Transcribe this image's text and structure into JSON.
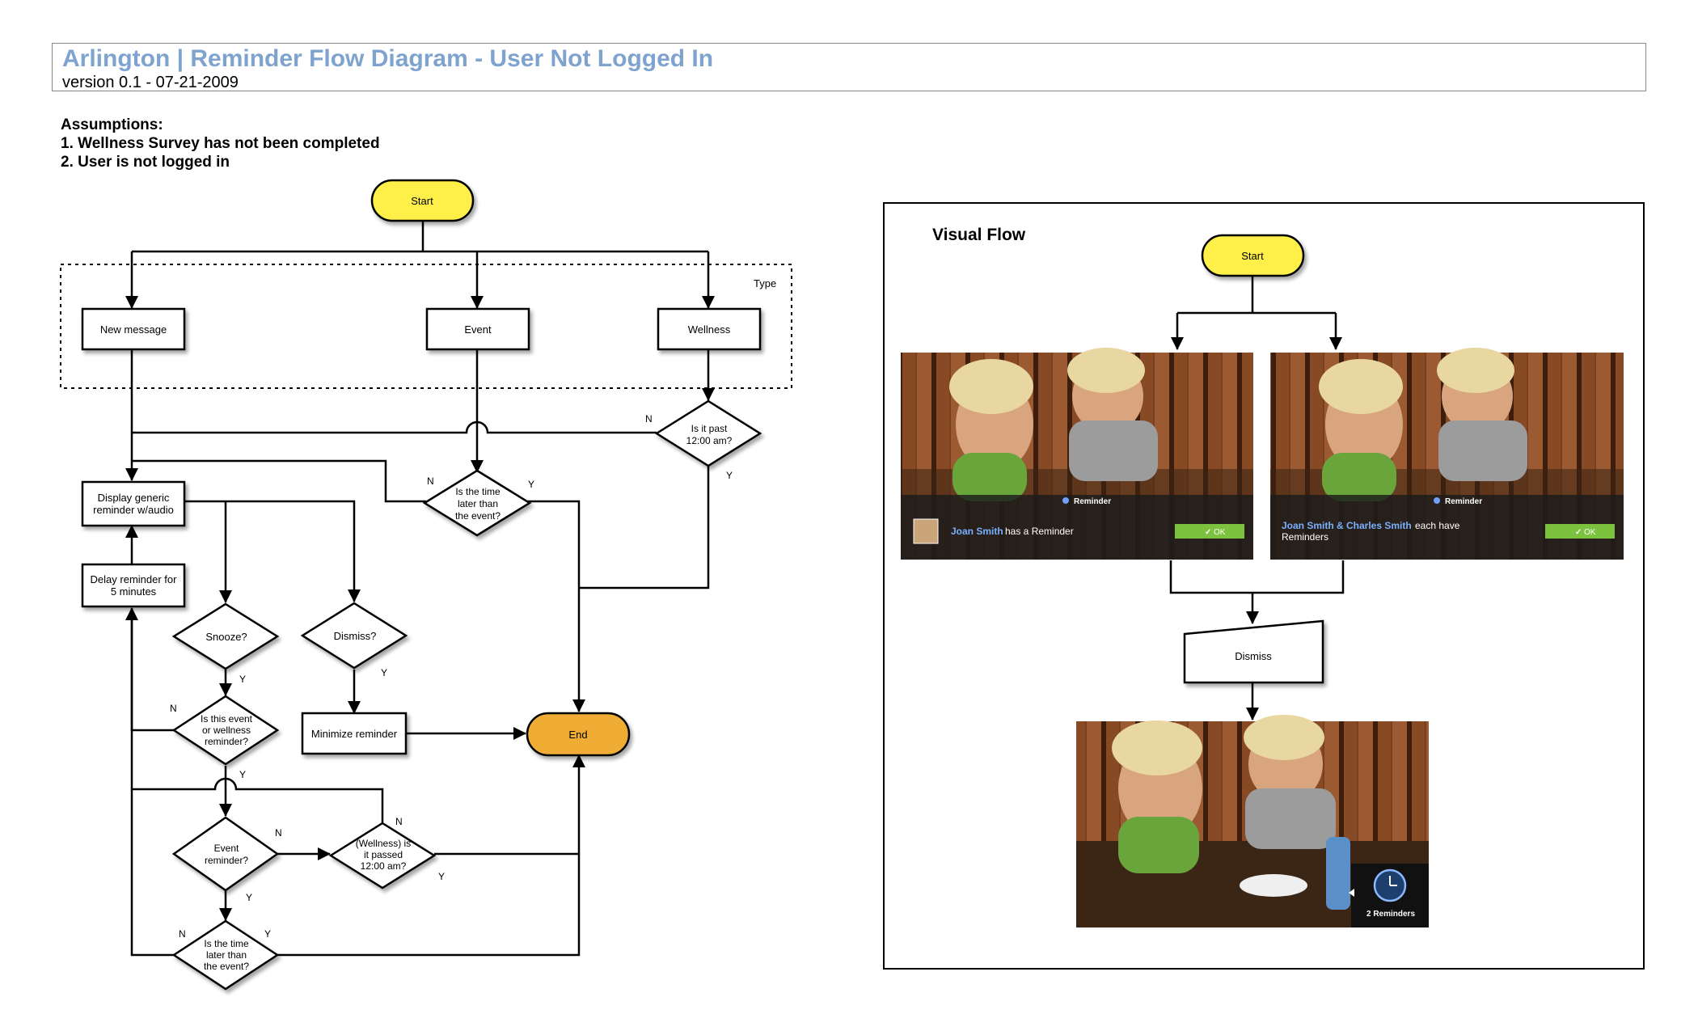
{
  "header": {
    "title": "Arlington | Reminder Flow Diagram - User Not Logged In",
    "version": "version 0.1 - 07-21-2009"
  },
  "assumptions": {
    "heading": "Assumptions:",
    "items": [
      "1. Wellness Survey has not been completed",
      "2. User is not logged in"
    ]
  },
  "flow": {
    "start": "Start",
    "type_label": "Type",
    "new_message": "New message",
    "event": "Event",
    "wellness": "Wellness",
    "past_midnight": [
      "Is it past",
      "12:00 am?"
    ],
    "time_later_1": [
      "Is the time",
      "later than",
      "the event?"
    ],
    "display_generic": [
      "Display generic",
      "reminder w/audio"
    ],
    "delay_reminder": [
      "Delay reminder for",
      "5 minutes"
    ],
    "snooze": "Snooze?",
    "dismiss_q": "Dismiss?",
    "event_or_wellness": [
      "Is this event",
      "or wellness",
      "reminder?"
    ],
    "minimize": "Minimize reminder",
    "end": "End",
    "event_reminder": [
      "Event",
      "reminder?"
    ],
    "wellness_passed": [
      "(Wellness) is",
      "it passed",
      "12:00 am?"
    ],
    "time_later_2": [
      "Is the time",
      "later than",
      "the event?"
    ],
    "yes": "Y",
    "no": "N"
  },
  "visual_flow": {
    "title": "Visual Flow",
    "start": "Start",
    "dismiss": "Dismiss",
    "screen1": {
      "tag": "Reminder",
      "name": "Joan Smith",
      "text": " has a Reminder",
      "ok": "OK"
    },
    "screen2": {
      "tag": "Reminder",
      "names": "Joan Smith & Charles Smith",
      "text_line1": " each have",
      "text_line2": "Reminders",
      "ok": "OK"
    },
    "screen3": {
      "count": "2 Reminders"
    }
  },
  "colors": {
    "start_fill": "#ffef4a",
    "end_fill": "#f0ad36",
    "title_color": "#7fa3cf",
    "link_color": "#7ab0ff",
    "ok_green": "#7cc23e"
  }
}
